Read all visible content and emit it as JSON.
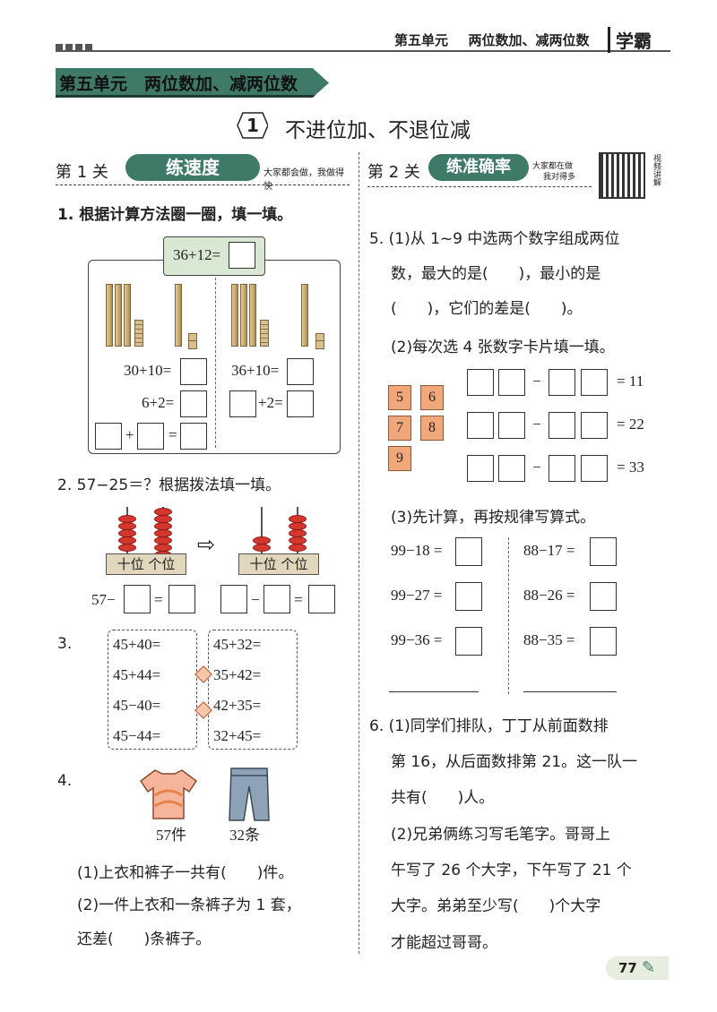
{
  "header": {
    "unit_label": "第五单元",
    "unit_topic": "两位数加、减两位数",
    "brand": "学霸"
  },
  "banner": {
    "title": "第五单元　两位数加、减两位数"
  },
  "lesson": {
    "number": "1",
    "title": "不进位加、不退位减"
  },
  "level1": {
    "label": "第 1 关",
    "name": "练速度",
    "slogan": "大家都会做，我做得快"
  },
  "level2": {
    "label": "第 2 关",
    "name": "练准确率",
    "slogan_line1": "大家都在做",
    "slogan_line2": "我对得多",
    "qr_caption": "视频讲解"
  },
  "q1": {
    "prompt": "1. 根据计算方法圈一圈，填一填。",
    "top_eq": "36+12=",
    "left_eq1": "30+10=",
    "left_eq2": "6+2=",
    "right_eq1": "36+10=",
    "right_eq2": "+2=",
    "plus": "+",
    "equals": "="
  },
  "q2": {
    "prompt": "2. 57−25＝？根据拨法填一填。",
    "abacus_label": "十位 个位",
    "arrow": "⇨",
    "eq_start": "57−",
    "equals": "=",
    "minus": "−"
  },
  "q3": {
    "number": "3.",
    "left": [
      "45+40=",
      "45+44=",
      "45−40=",
      "45−44="
    ],
    "right": [
      "45+32=",
      "35+42=",
      "42+35=",
      "32+45="
    ]
  },
  "q4": {
    "number": "4.",
    "shirt_count": "57件",
    "pants_count": "32条",
    "sub1": "(1)上衣和裤子一共有(　　)件。",
    "sub2_line1": "(2)一件上衣和一条裤子为 1 套，",
    "sub2_line2": "还差(　　)条裤子。"
  },
  "q5": {
    "line1": "5. (1)从 1~9 中选两个数字组成两位",
    "line2": "数，最大的是(　　)，最小的是",
    "line3": "(　　)，它们的差是(　　)。",
    "sub2": "(2)每次选 4 张数字卡片填一填。",
    "cards": [
      "5",
      "6",
      "7",
      "8",
      "9"
    ],
    "results": [
      "= 11",
      "= 22",
      "= 33"
    ],
    "minus": "−",
    "sub3": "(3)先计算，再按规律写算式。",
    "left_eqs": [
      "99−18 =",
      "99−27 =",
      "99−36 ="
    ],
    "right_eqs": [
      "88−17 =",
      "88−26 =",
      "88−35 ="
    ]
  },
  "q6": {
    "line1": "6. (1)同学们排队，丁丁从前面数排",
    "line2": "第 16，从后面数排第 21。这一队一",
    "line3": "共有(　　)人。",
    "line4": "(2)兄弟俩练习写毛笔字。哥哥上",
    "line5": "午写了 26 个大字，下午写了 21 个",
    "line6": "大字。弟弟至少写(　　)个大字",
    "line7": "才能超过哥哥。"
  },
  "footer": {
    "page_number": "77"
  },
  "colors": {
    "banner": "#3f7a68",
    "badge": "#3f7a68",
    "accent": "#d4372e",
    "card": "#f0a77a"
  }
}
